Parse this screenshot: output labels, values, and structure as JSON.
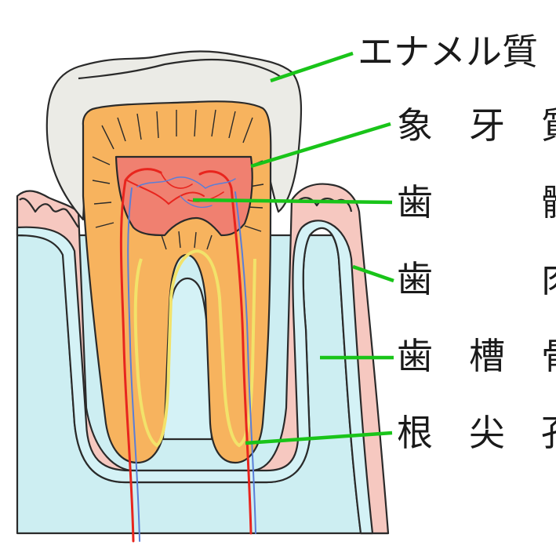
{
  "labels": [
    {
      "id": "enamel",
      "text": "エナメル質"
    },
    {
      "id": "dentin",
      "text": "象　牙　質"
    },
    {
      "id": "pulp",
      "text": "歯　　　髄"
    },
    {
      "id": "gingiva",
      "text": "歯　　　肉"
    },
    {
      "id": "alveolar-bone",
      "text": "歯　槽　骨"
    },
    {
      "id": "apical-foramen",
      "text": "根　尖　孔"
    }
  ],
  "colors": {
    "background": "#cdeef2",
    "gum": "#f6c8c0",
    "bone": "#d4f2f6",
    "enamel": "#ebebe6",
    "dentin": "#f7b35e",
    "pulp": "#f08070",
    "vessel_red": "#e8251e",
    "vessel_blue": "#5a7ed8",
    "leader": "#19c419"
  }
}
